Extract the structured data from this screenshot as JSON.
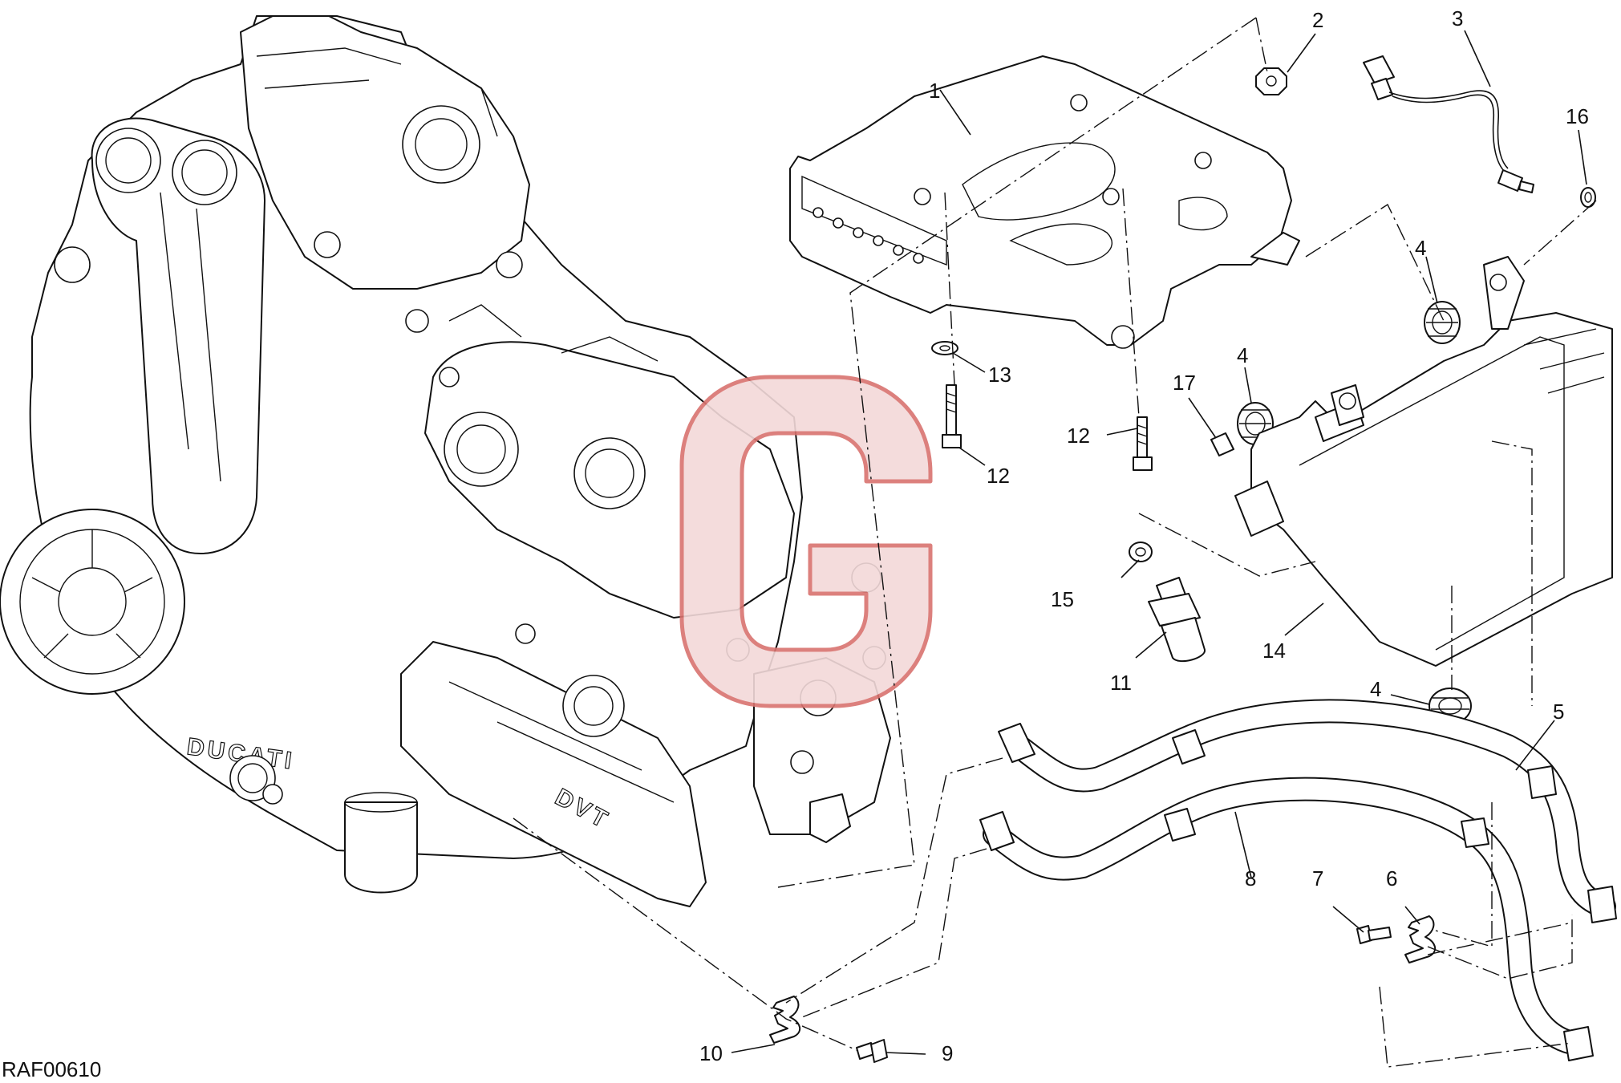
{
  "drawing": {
    "code": "RAF00610",
    "engine_casting_text": "DUCATI",
    "engine_cover_text": "DVT"
  },
  "callouts": [
    {
      "id": "c1",
      "label": "1"
    },
    {
      "id": "c2",
      "label": "2"
    },
    {
      "id": "c3",
      "label": "3"
    },
    {
      "id": "c16",
      "label": "16"
    },
    {
      "id": "c4a",
      "label": "4"
    },
    {
      "id": "c4b",
      "label": "4"
    },
    {
      "id": "c4c",
      "label": "4"
    },
    {
      "id": "c13",
      "label": "13"
    },
    {
      "id": "c12a",
      "label": "12"
    },
    {
      "id": "c12b",
      "label": "12"
    },
    {
      "id": "c17",
      "label": "17"
    },
    {
      "id": "c15",
      "label": "15"
    },
    {
      "id": "c11",
      "label": "11"
    },
    {
      "id": "c14",
      "label": "14"
    },
    {
      "id": "c5",
      "label": "5"
    },
    {
      "id": "c8",
      "label": "8"
    },
    {
      "id": "c7",
      "label": "7"
    },
    {
      "id": "c6",
      "label": "6"
    },
    {
      "id": "c10",
      "label": "10"
    },
    {
      "id": "c9",
      "label": "9"
    }
  ],
  "colors": {
    "line": "#111111",
    "watermark_fill": "#f3d9d9",
    "watermark_stroke": "#d9736f"
  },
  "icons": {
    "watermark": "g-logo-watermark"
  }
}
